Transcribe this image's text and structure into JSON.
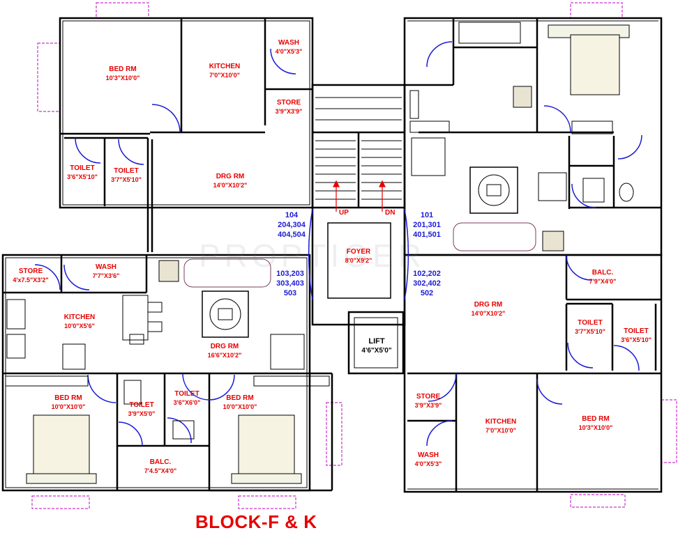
{
  "watermark": "PROPTIGER",
  "title": "BLOCK-F & K",
  "colors": {
    "wall": "#000000",
    "label": "#e60000",
    "unit_no": "#1a1ad6",
    "door": "#1a1ad6",
    "window": "#cc33cc"
  },
  "rooms": [
    {
      "name": "BED RM",
      "size": "10'3\"X10'0\""
    },
    {
      "name": "KITCHEN",
      "size": "7'0\"X10'0\""
    },
    {
      "name": "WASH",
      "size": "4'0\"X5'3\""
    },
    {
      "name": "STORE",
      "size": "3'9\"X3'9\""
    },
    {
      "name": "TOILET",
      "size": "3'6\"X5'10\""
    },
    {
      "name": "TOILET",
      "size": "3'7\"X5'10\""
    },
    {
      "name": "DRG RM",
      "size": "14'0\"X10'2\""
    },
    {
      "name": "STORE",
      "size": "4'x7.5\"X3'2\""
    },
    {
      "name": "WASH",
      "size": "7'7\"X3'6\""
    },
    {
      "name": "KITCHEN",
      "size": "10'0\"X5'6\""
    },
    {
      "name": "DRG RM",
      "size": "16'6\"X10'2\""
    },
    {
      "name": "BED RM",
      "size": "10'0\"X10'0\""
    },
    {
      "name": "TOILET",
      "size": "3'9\"X5'0\""
    },
    {
      "name": "TOILET",
      "size": "3'6\"X6'0\""
    },
    {
      "name": "BED RM",
      "size": "10'0\"X10'0\""
    },
    {
      "name": "BALC.",
      "size": "7'4.5\"X4'0\""
    },
    {
      "name": "FOYER",
      "size": "8'0\"X9'2\""
    },
    {
      "name": "LIFT",
      "size": "4'6\"X5'0\""
    },
    {
      "name": "BALC.",
      "size": "7'9\"X4'0\""
    },
    {
      "name": "DRG RM",
      "size": "14'0\"X10'2\""
    },
    {
      "name": "TOILET",
      "size": "3'7\"X5'10\""
    },
    {
      "name": "TOILET",
      "size": "3'6\"X5'10\""
    },
    {
      "name": "STORE",
      "size": "3'9\"X3'9\""
    },
    {
      "name": "KITCHEN",
      "size": "7'0\"X10'0\""
    },
    {
      "name": "BED RM",
      "size": "10'3\"X10'0\""
    },
    {
      "name": "WASH",
      "size": "4'0\"X5'3\""
    }
  ],
  "stairs": {
    "up": "UP",
    "down": "DN"
  },
  "unit_numbers": [
    [
      "104",
      "204,304",
      "404,504"
    ],
    [
      "103,203",
      "303,403",
      "503"
    ],
    [
      "101",
      "201,301",
      "401,501"
    ],
    [
      "102,202",
      "302,402",
      "502"
    ]
  ]
}
